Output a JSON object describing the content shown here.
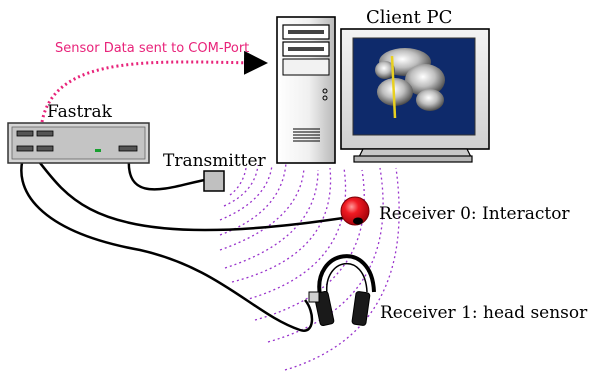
{
  "labels": {
    "client_pc": "Client PC",
    "fastrak": "Fastrak",
    "sensor_data": "Sensor Data sent to COM-Port",
    "transmitter": "Transmitter",
    "receiver0": "Receiver 0: Interactor",
    "receiver1": "Receiver 1: head sensor"
  },
  "colors": {
    "data_link": "#e8237a",
    "field_lines": "#9933cc",
    "cable": "#000000",
    "screen": "#0e2a6b",
    "interactor": "#e8141c",
    "device_gray": "#c8c8c8",
    "indicator_green": "#18a030"
  },
  "icons": {
    "pc": "desktop-tower-icon",
    "monitor": "monitor-icon",
    "fastrak": "tracker-unit-icon",
    "transmitter": "transmitter-cube-icon",
    "receiver0": "ball-receiver-icon",
    "receiver1": "headphones-icon"
  }
}
